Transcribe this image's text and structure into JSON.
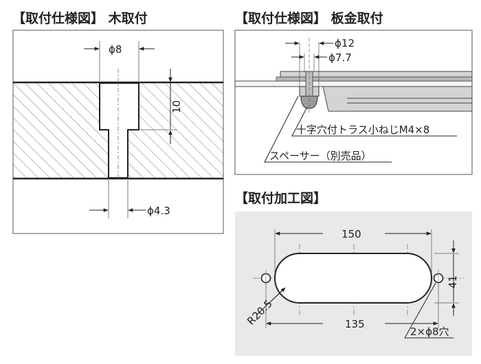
{
  "wood": {
    "heading": "【取付仕様図】 木取付",
    "dims": {
      "top_dia": "ϕ8",
      "depth": "10",
      "bottom_dia": "ϕ4.3"
    }
  },
  "sheet": {
    "heading": "【取付仕様図】 板金取付",
    "dims": {
      "outer_dia": "ϕ12",
      "inner_dia": "ϕ7.7"
    },
    "labels": {
      "screw": "十字穴付トラス小ねじM4×8",
      "spacer": "スペーサー（別売品）"
    }
  },
  "cutout": {
    "heading": "【取付加工図】",
    "dims": {
      "total_width": "150",
      "pitch": "135",
      "height": "41",
      "radius": "R20.5",
      "holes": "2×ϕ8穴"
    }
  },
  "colors": {
    "line": "#222222",
    "panel_bg": "#e9e9e9",
    "metal": "#d4d4d4",
    "metal_dark": "#9a9a9a"
  }
}
